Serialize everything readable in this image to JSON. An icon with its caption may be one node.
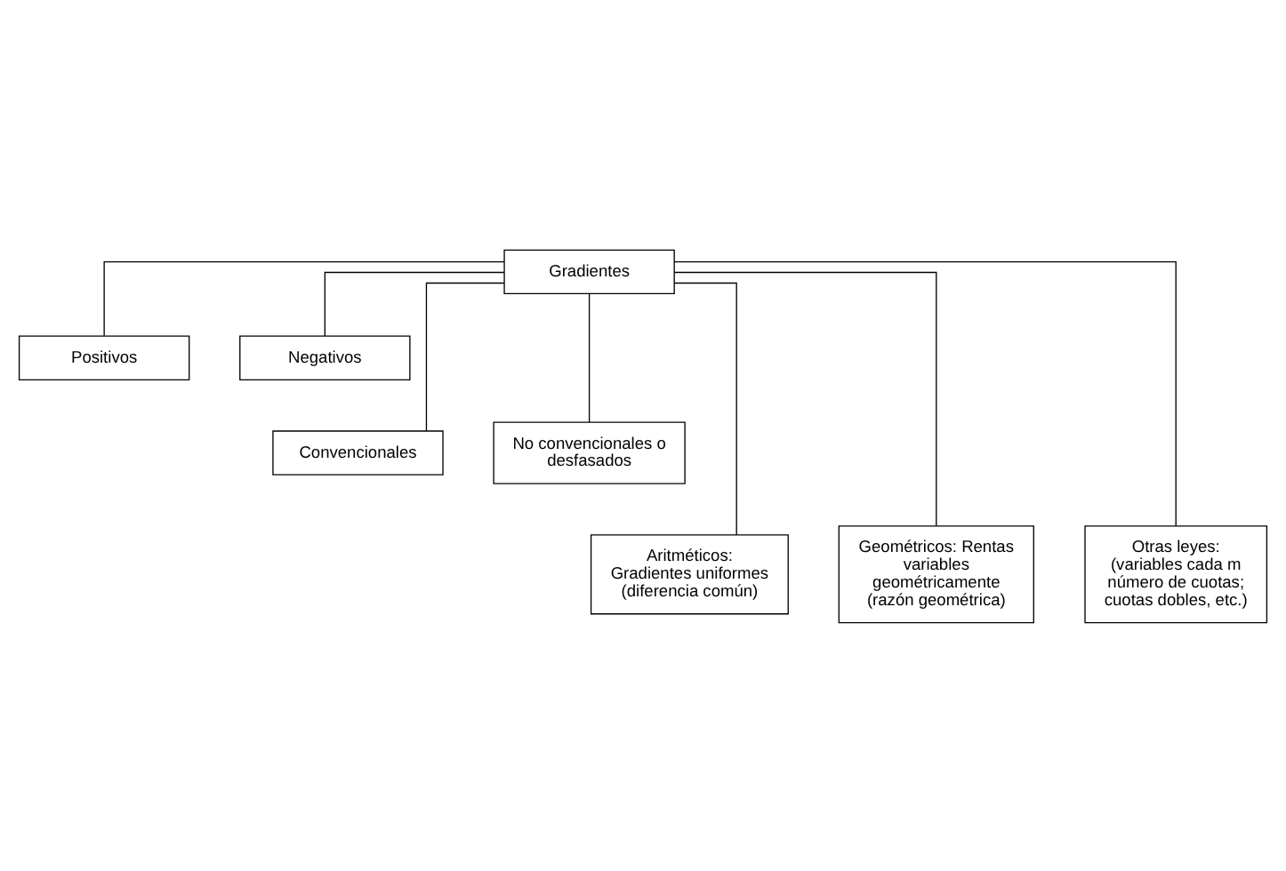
{
  "diagram": {
    "nodes": [
      {
        "text": [
          "Gradientes"
        ]
      },
      {
        "text": [
          "Positivos"
        ]
      },
      {
        "text": [
          "Negativos"
        ]
      },
      {
        "text": [
          "Convencionales"
        ]
      },
      {
        "text": [
          "No convencionales o desfasados"
        ]
      },
      {
        "text": [
          "Aritméticos: Gradientes uniformes (diferencia común)"
        ]
      },
      {
        "text": [
          "Geométricos: Rentas variables geométricamente (razón geométrica)"
        ]
      },
      {
        "text": [
          "Otras leyes: (variables cada m número de cuotas; cuotas dobles, etc.)"
        ]
      }
    ],
    "edges": [
      {
        "from": 0,
        "to": 1,
        "arrow": "none"
      },
      {
        "from": 0,
        "to": 2,
        "arrow": "none"
      },
      {
        "from": 0,
        "to": 3,
        "arrow": "none"
      },
      {
        "from": 0,
        "to": 4,
        "arrow": "none"
      },
      {
        "from": 0,
        "to": 5,
        "arrow": "none"
      },
      {
        "from": 0,
        "to": 6,
        "arrow": "none"
      },
      {
        "from": 0,
        "to": 7,
        "arrow": "none"
      }
    ]
  }
}
